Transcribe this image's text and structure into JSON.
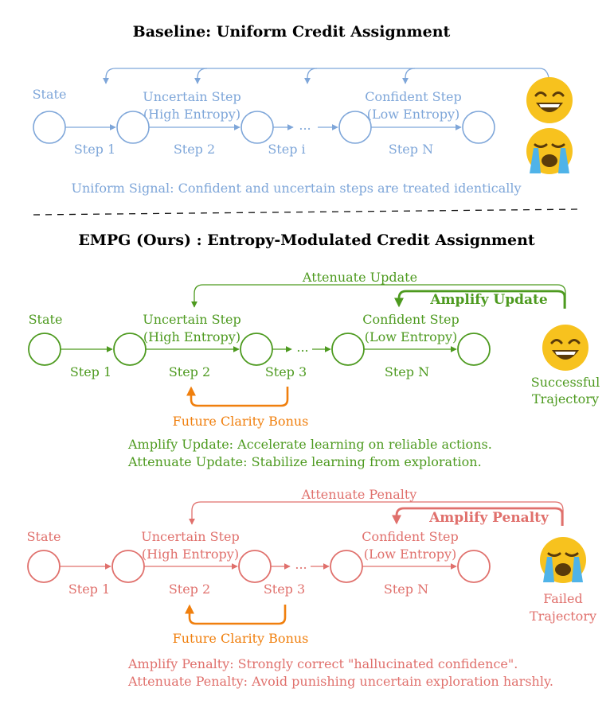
{
  "colors": {
    "baseline": "#7ea6d9",
    "success": "#4d9a1f",
    "failure": "#e0706c",
    "bonus": "#f07f0d",
    "emoji_face": "#f7c21e",
    "emoji_tear": "#4fb3e8"
  },
  "baseline": {
    "title": "Baseline: Uniform Credit Assignment",
    "state_label": "State",
    "uncertain_step": [
      "Uncertain Step",
      "(High Entropy)"
    ],
    "confident_step": [
      "Confident Step",
      "(Low Entropy)"
    ],
    "steps": [
      "Step 1",
      "Step 2",
      "Step i",
      "Step N"
    ],
    "ellipsis": "...",
    "signal_text": "Uniform Signal: Confident and uncertain steps are treated identically",
    "emojis": [
      "grinning-face",
      "crying-face"
    ]
  },
  "empg": {
    "title": "EMPG (Ours) : Entropy-Modulated Credit Assignment",
    "success": {
      "state_label": "State",
      "uncertain_step": [
        "Uncertain Step",
        "(High Entropy)"
      ],
      "confident_step": [
        "Confident Step",
        "(Low Entropy)"
      ],
      "steps": [
        "Step 1",
        "Step 2",
        "Step 3",
        "Step N"
      ],
      "ellipsis": "...",
      "attenuate_label": "Attenuate Update",
      "amplify_label": "Amplify Update",
      "bonus_label": "Future Clarity Bonus",
      "outcome_label": [
        "Successful",
        "Trajectory"
      ],
      "notes": [
        "Amplify Update: Accelerate learning on reliable actions.",
        "Attenuate Update: Stabilize learning from exploration."
      ]
    },
    "failure": {
      "state_label": "State",
      "uncertain_step": [
        "Uncertain Step",
        "(High Entropy)"
      ],
      "confident_step": [
        "Confident Step",
        "(Low Entropy)"
      ],
      "steps": [
        "Step 1",
        "Step 2",
        "Step 3",
        "Step N"
      ],
      "ellipsis": "...",
      "attenuate_label": "Attenuate Penalty",
      "amplify_label": "Amplify Penalty",
      "bonus_label": "Future Clarity Bonus",
      "outcome_label": [
        "Failed",
        "Trajectory"
      ],
      "notes": [
        "Amplify Penalty: Strongly correct \"hallucinated confidence\".",
        "Attenuate Penalty: Avoid punishing uncertain exploration harshly."
      ]
    }
  }
}
